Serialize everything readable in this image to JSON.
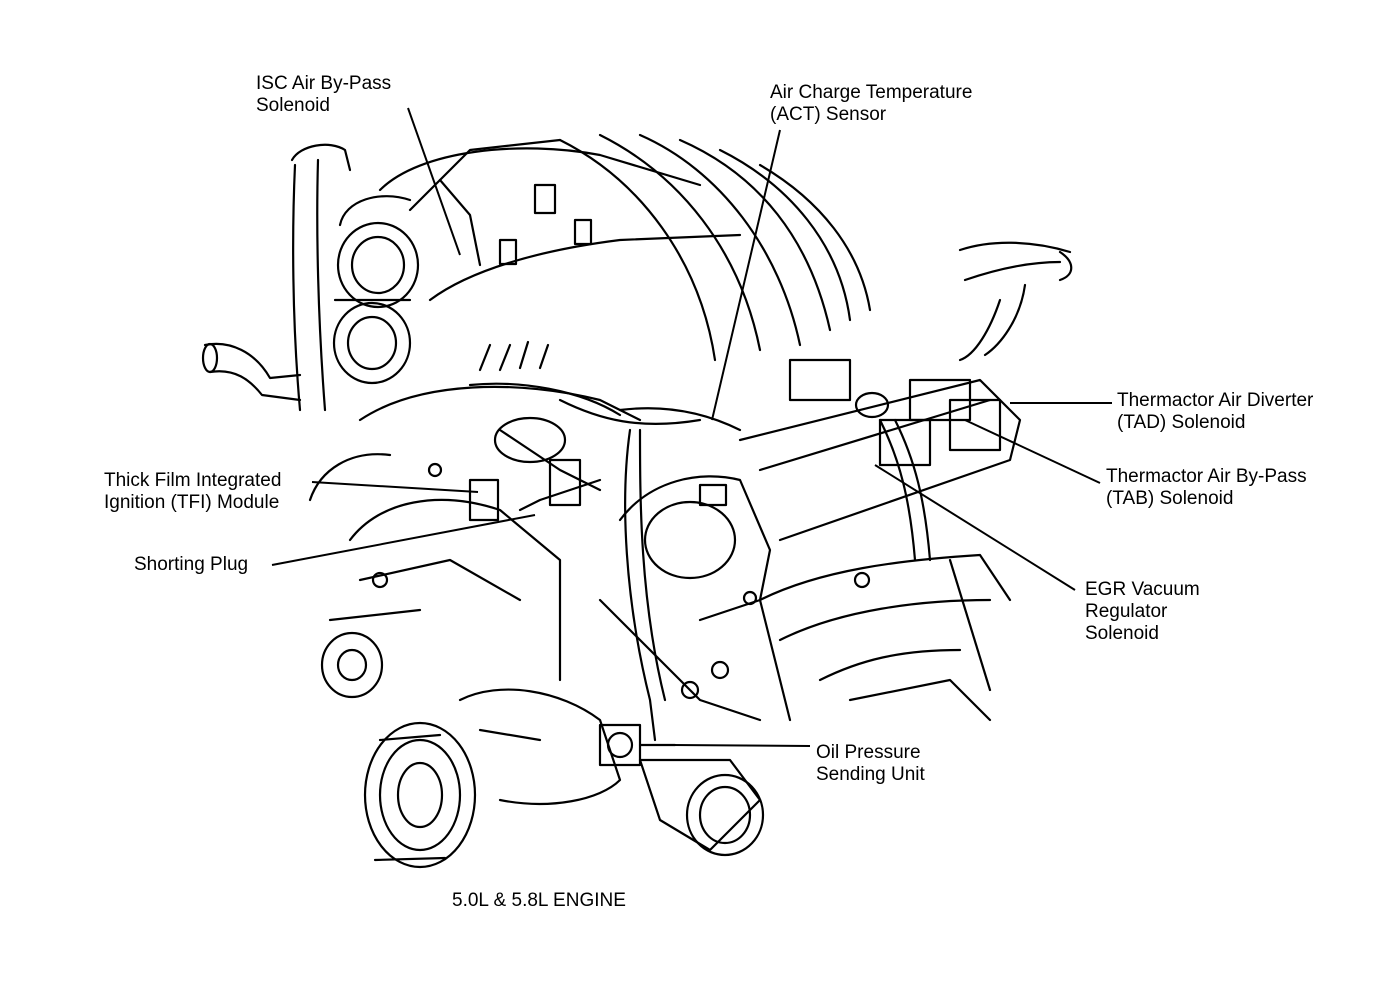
{
  "labels": {
    "isc": [
      "ISC Air By-Pass",
      "Solenoid"
    ],
    "act": [
      "Air Charge Temperature",
      "(ACT) Sensor"
    ],
    "tad": [
      "Thermactor Air Diverter",
      "(TAD) Solenoid"
    ],
    "tab": [
      "Thermactor Air By-Pass",
      "(TAB) Solenoid"
    ],
    "egr": [
      "EGR Vacuum",
      "Regulator",
      "Solenoid"
    ],
    "tfi": [
      "Thick Film Integrated",
      "Ignition (TFI) Module"
    ],
    "shorting": [
      "Shorting Plug"
    ],
    "oil": [
      "Oil Pressure",
      "Sending Unit"
    ]
  },
  "caption": "5.0L & 5.8L ENGINE"
}
